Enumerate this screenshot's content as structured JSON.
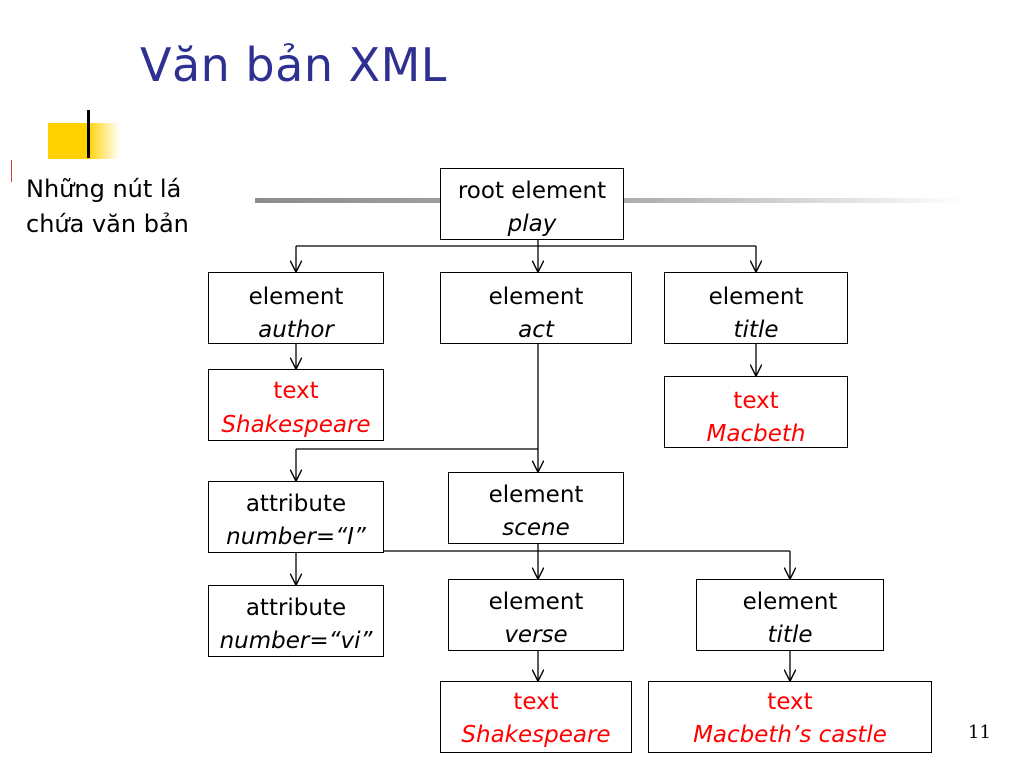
{
  "slide": {
    "title": "Văn bản XML",
    "side_note_line1": "Những nút lá",
    "side_note_line2": "chứa văn bản",
    "page_number": "11"
  },
  "nodes": {
    "root": {
      "kind": "root element",
      "name": "play"
    },
    "author": {
      "kind": "element",
      "name": "author"
    },
    "act": {
      "kind": "element",
      "name": "act"
    },
    "title1": {
      "kind": "element",
      "name": "title"
    },
    "text_author": {
      "kind": "text",
      "name": "Shakespeare"
    },
    "text_title1": {
      "kind": "text",
      "name": "Macbeth"
    },
    "attr_act": {
      "kind": "attribute",
      "name": "number=“I”"
    },
    "scene": {
      "kind": "element",
      "name": "scene"
    },
    "attr_scene": {
      "kind": "attribute",
      "name": "number=“vi”"
    },
    "verse": {
      "kind": "element",
      "name": "verse"
    },
    "title2": {
      "kind": "element",
      "name": "title"
    },
    "text_verse": {
      "kind": "text",
      "name": "Shakespeare"
    },
    "text_title2": {
      "kind": "text",
      "name": "Macbeth’s castle"
    }
  },
  "colors": {
    "title": "#2E3192",
    "text_node": "#FF0000",
    "accent": "#FFD200"
  }
}
